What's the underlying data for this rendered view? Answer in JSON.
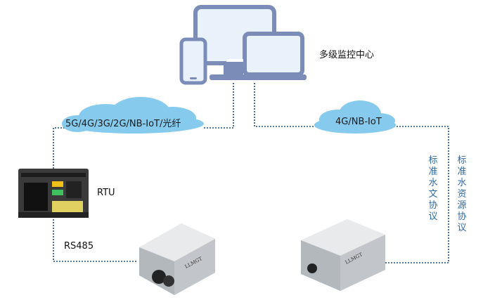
{
  "center_label": "多级监控中心",
  "cloud_left_label": "5G/4G/3G/2G/NB-IoT/光纤",
  "cloud_right_label": "4G/NB-IoT",
  "rtu_label": "RTU",
  "rs485_label": "RS485",
  "protocol_hydrology": "标准水文协议",
  "protocol_water_resource": "标准水资源协议",
  "device_brand": "LLMGT"
}
